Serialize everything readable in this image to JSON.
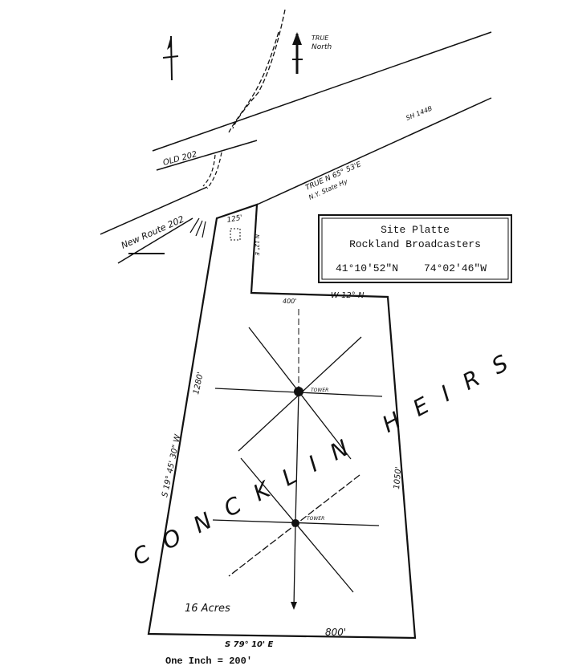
{
  "title_block": {
    "line1": "Site Platte",
    "line2": "Rockland Broadcasters",
    "latitude": "41°10'52\"N",
    "longitude": "74°02'46\"W"
  },
  "north": {
    "true_label_1": "TRUE",
    "true_label_2": "North"
  },
  "roads": {
    "old_202": "OLD 202",
    "new_route_202": "New Route 202",
    "sh_number": "SH 144B",
    "bearing": "TRUE N 65° 53'E",
    "highway": "N.Y. State Hy"
  },
  "boundaries": {
    "frontage": "125'",
    "east_jog_bearing": "N 12° E",
    "north_bearing": "W 12° N",
    "north_length": "400'",
    "west_bearing": "S 19° 45' 30\" W",
    "west_length": "1280'",
    "east_length": "1050'",
    "south_length": "800'",
    "south_bearing": "S 79° 10' E"
  },
  "towers": [
    "TOWER",
    "TOWER"
  ],
  "owner": "CONCKLIN HEIRS",
  "area": "16 Acres",
  "scale": "One Inch = 200'"
}
